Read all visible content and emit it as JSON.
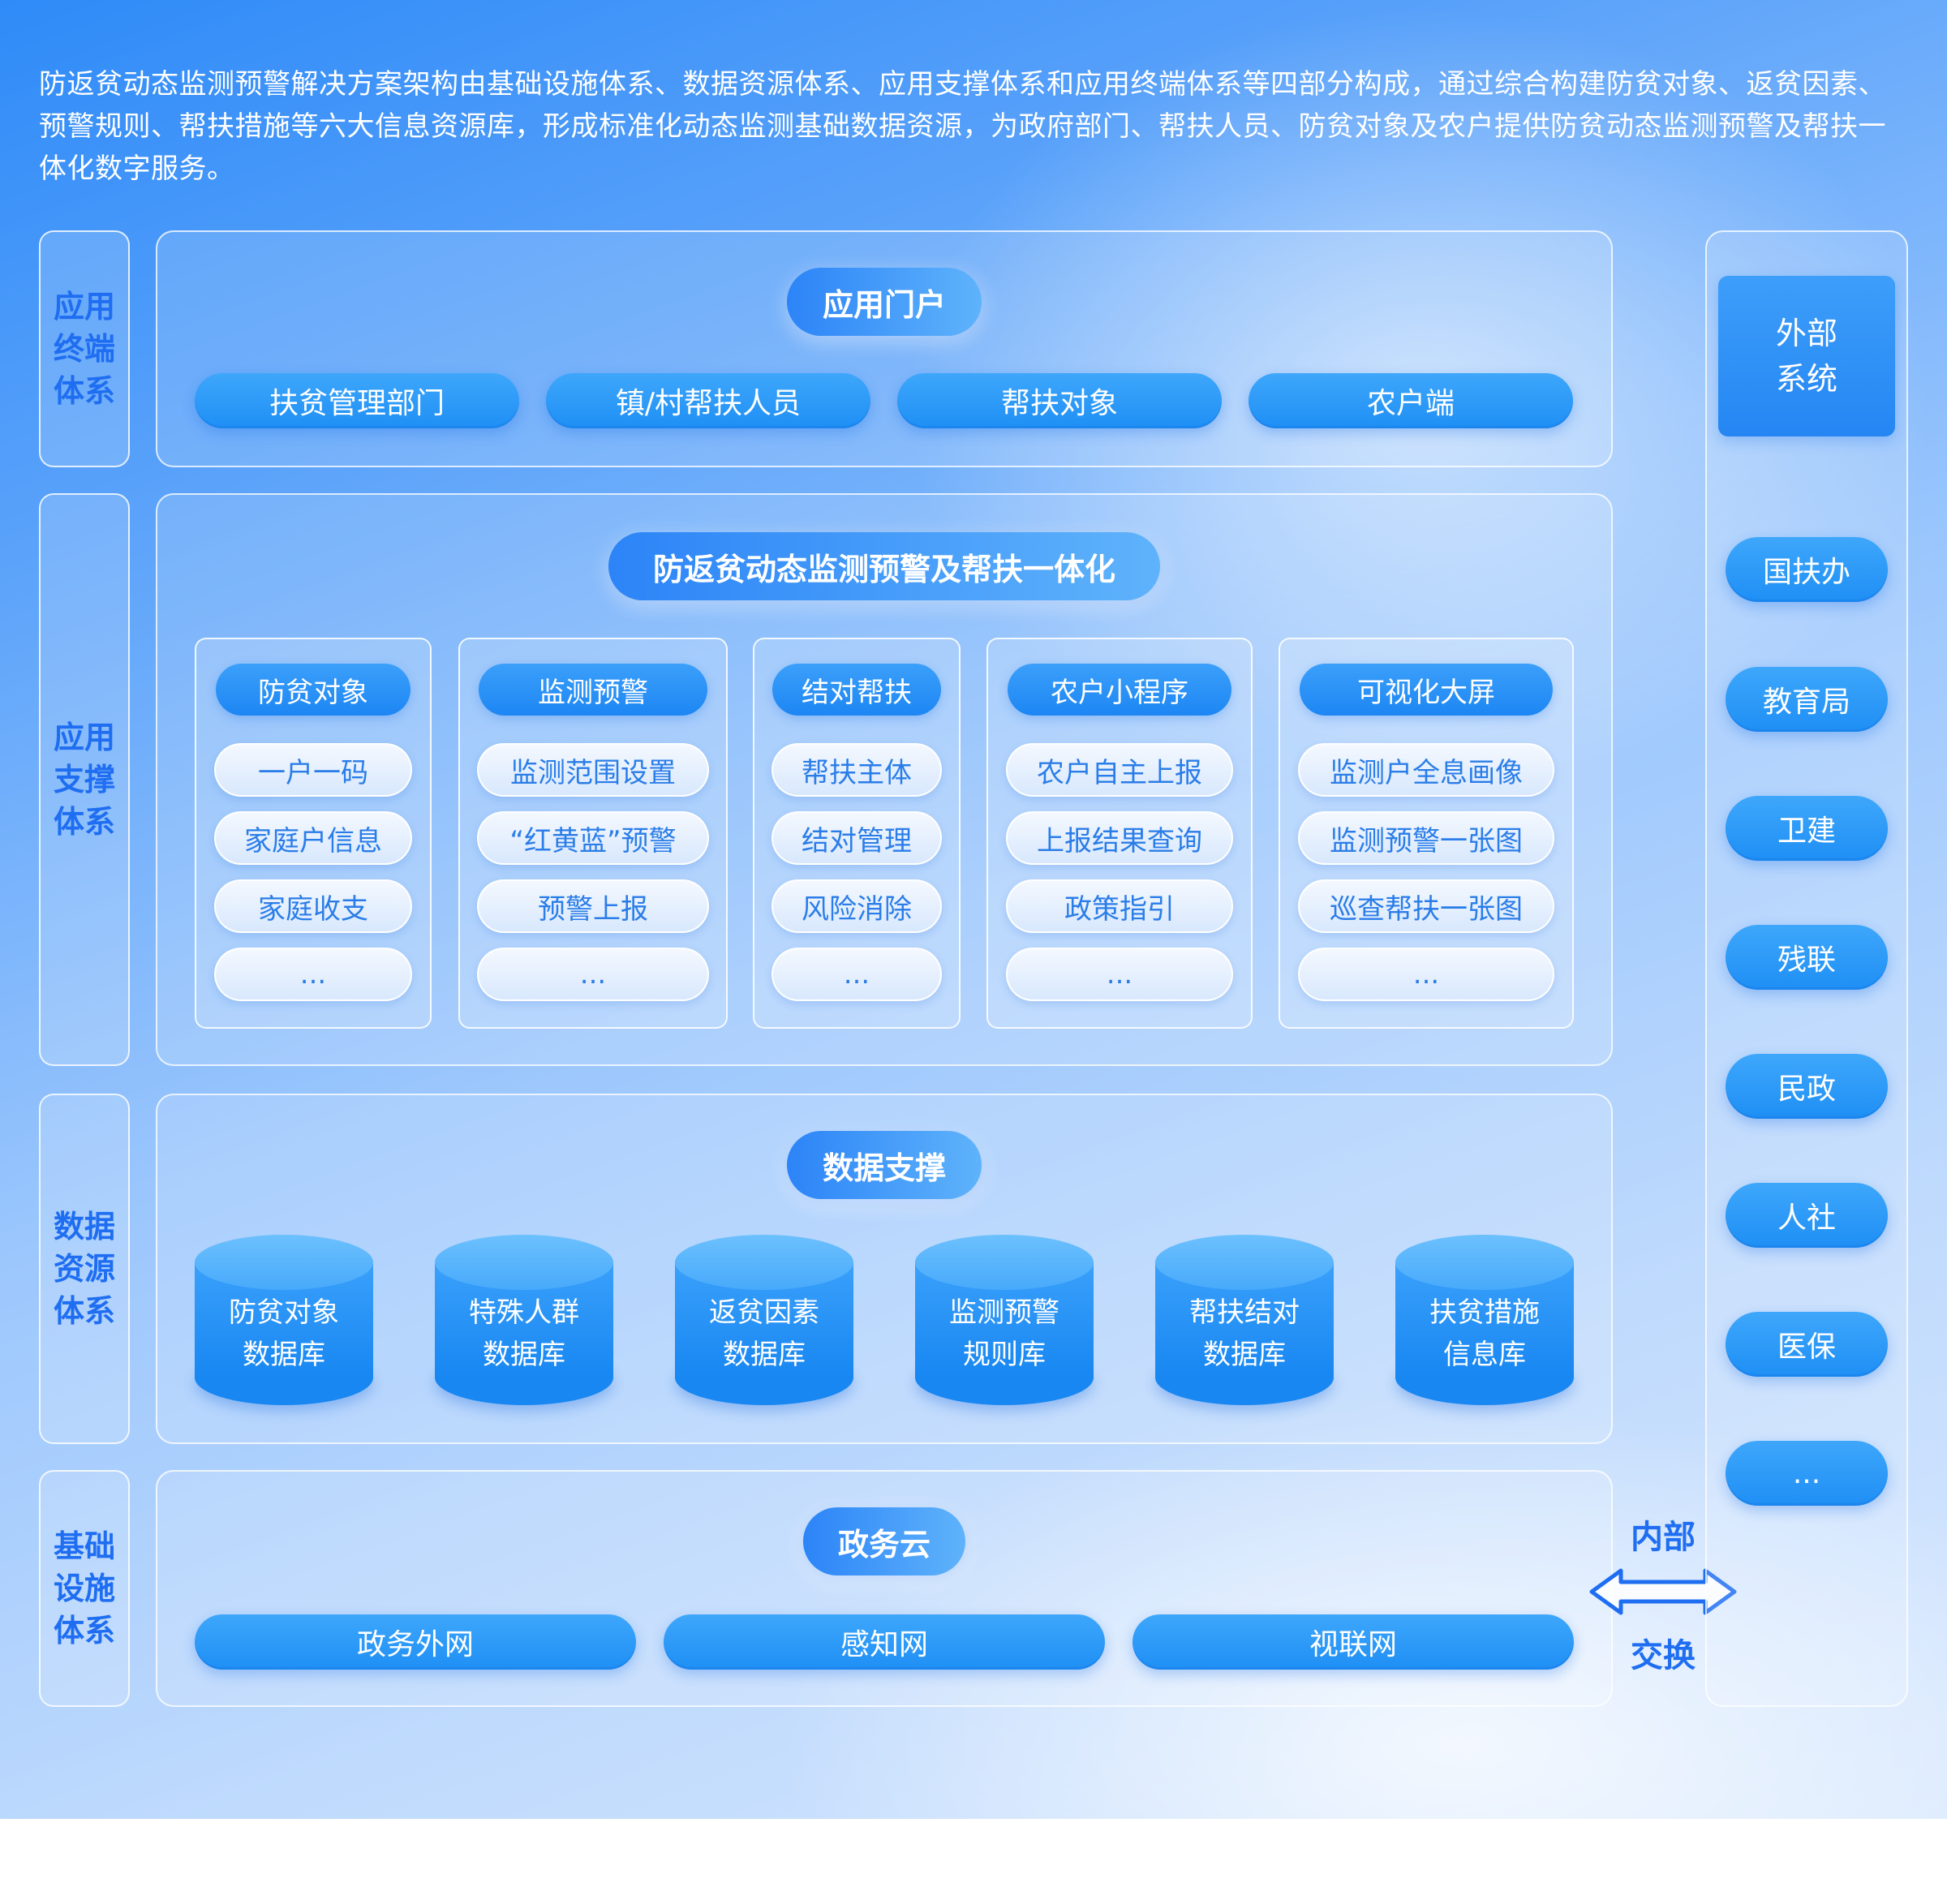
{
  "intro": "防返贫动态监测预警解决方案架构由基础设施体系、数据资源体系、应用支撑体系和应用终端体系等四部分构成，通过综合构建防贫对象、返贫因素、预警规则、帮扶措施等六大信息资源库，形成标准化动态监测基础数据资源，为政府部门、帮扶人员、防贫对象及农户提供防贫动态监测预警及帮扶一体化数字服务。",
  "layers": {
    "terminal": "应用终端体系",
    "support": "应用支撑体系",
    "data": "数据资源体系",
    "infra": "基础设施体系"
  },
  "terminal": {
    "title": "应用门户",
    "items": [
      "扶贫管理部门",
      "镇/村帮扶人员",
      "帮扶对象",
      "农户端"
    ]
  },
  "support": {
    "title": "防返贫动态监测预警及帮扶一体化",
    "columns": [
      {
        "head": "防贫对象",
        "items": [
          "一户一码",
          "家庭户信息",
          "家庭收支",
          "..."
        ]
      },
      {
        "head": "监测预警",
        "items": [
          "监测范围设置",
          "“红黄蓝”预警",
          "预警上报",
          "..."
        ]
      },
      {
        "head": "结对帮扶",
        "items": [
          "帮扶主体",
          "结对管理",
          "风险消除",
          "..."
        ]
      },
      {
        "head": "农户小程序",
        "items": [
          "农户自主上报",
          "上报结果查询",
          "政策指引",
          "..."
        ]
      },
      {
        "head": "可视化大屏",
        "items": [
          "监测户全息画像",
          "监测预警一张图",
          "巡查帮扶一张图",
          "..."
        ]
      }
    ]
  },
  "data": {
    "title": "数据支撑",
    "databases": [
      {
        "line1": "防贫对象",
        "line2": "数据库"
      },
      {
        "line1": "特殊人群",
        "line2": "数据库"
      },
      {
        "line1": "返贫因素",
        "line2": "数据库"
      },
      {
        "line1": "监测预警",
        "line2": "规则库"
      },
      {
        "line1": "帮扶结对",
        "line2": "数据库"
      },
      {
        "line1": "扶贫措施",
        "line2": "信息库"
      }
    ]
  },
  "infra": {
    "title": "政务云",
    "items": [
      "政务外网",
      "感知网",
      "视联网"
    ]
  },
  "external": {
    "head": "外部系统",
    "items": [
      "国扶办",
      "教育局",
      "卫建",
      "残联",
      "民政",
      "人社",
      "医保",
      "..."
    ]
  },
  "exchange": {
    "top": "内部",
    "bottom": "交换"
  },
  "colors": {
    "accent": "#1f6ef2",
    "pill": "#1f8ff5"
  }
}
